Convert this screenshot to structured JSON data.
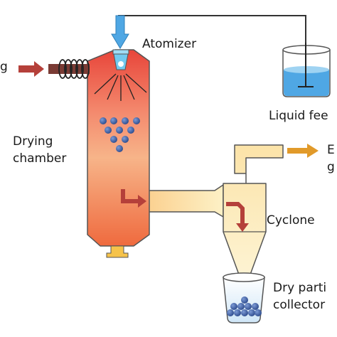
{
  "labels": {
    "atomizer": "Atomizer",
    "hot_gas": "g",
    "liquid_feed": "Liquid fee",
    "drying_chamber_1": "Drying",
    "drying_chamber_2": "chamber",
    "exhaust_1": "E",
    "exhaust_2": "g",
    "cyclone": "Cyclone",
    "collector_1": "Dry parti",
    "collector_2": "collector"
  },
  "colors": {
    "chamber_top": "#e8453a",
    "chamber_mid": "#f7b489",
    "chamber_bottom": "#ef6a3e",
    "duct_light": "#fdf1c6",
    "duct_dark": "#fbd08f",
    "arrow_red": "#b5403a",
    "arrow_orange": "#e19a2a",
    "feed_blue": "#4fa7e4",
    "atomizer_blue": "#72c9ef",
    "particle": "#3f5fa4",
    "coil": "#222222"
  },
  "icons": [
    "atomizer-nozzle-icon",
    "heating-coil-icon",
    "feed-tank-icon",
    "stirrer-icon",
    "collector-jar-icon"
  ]
}
